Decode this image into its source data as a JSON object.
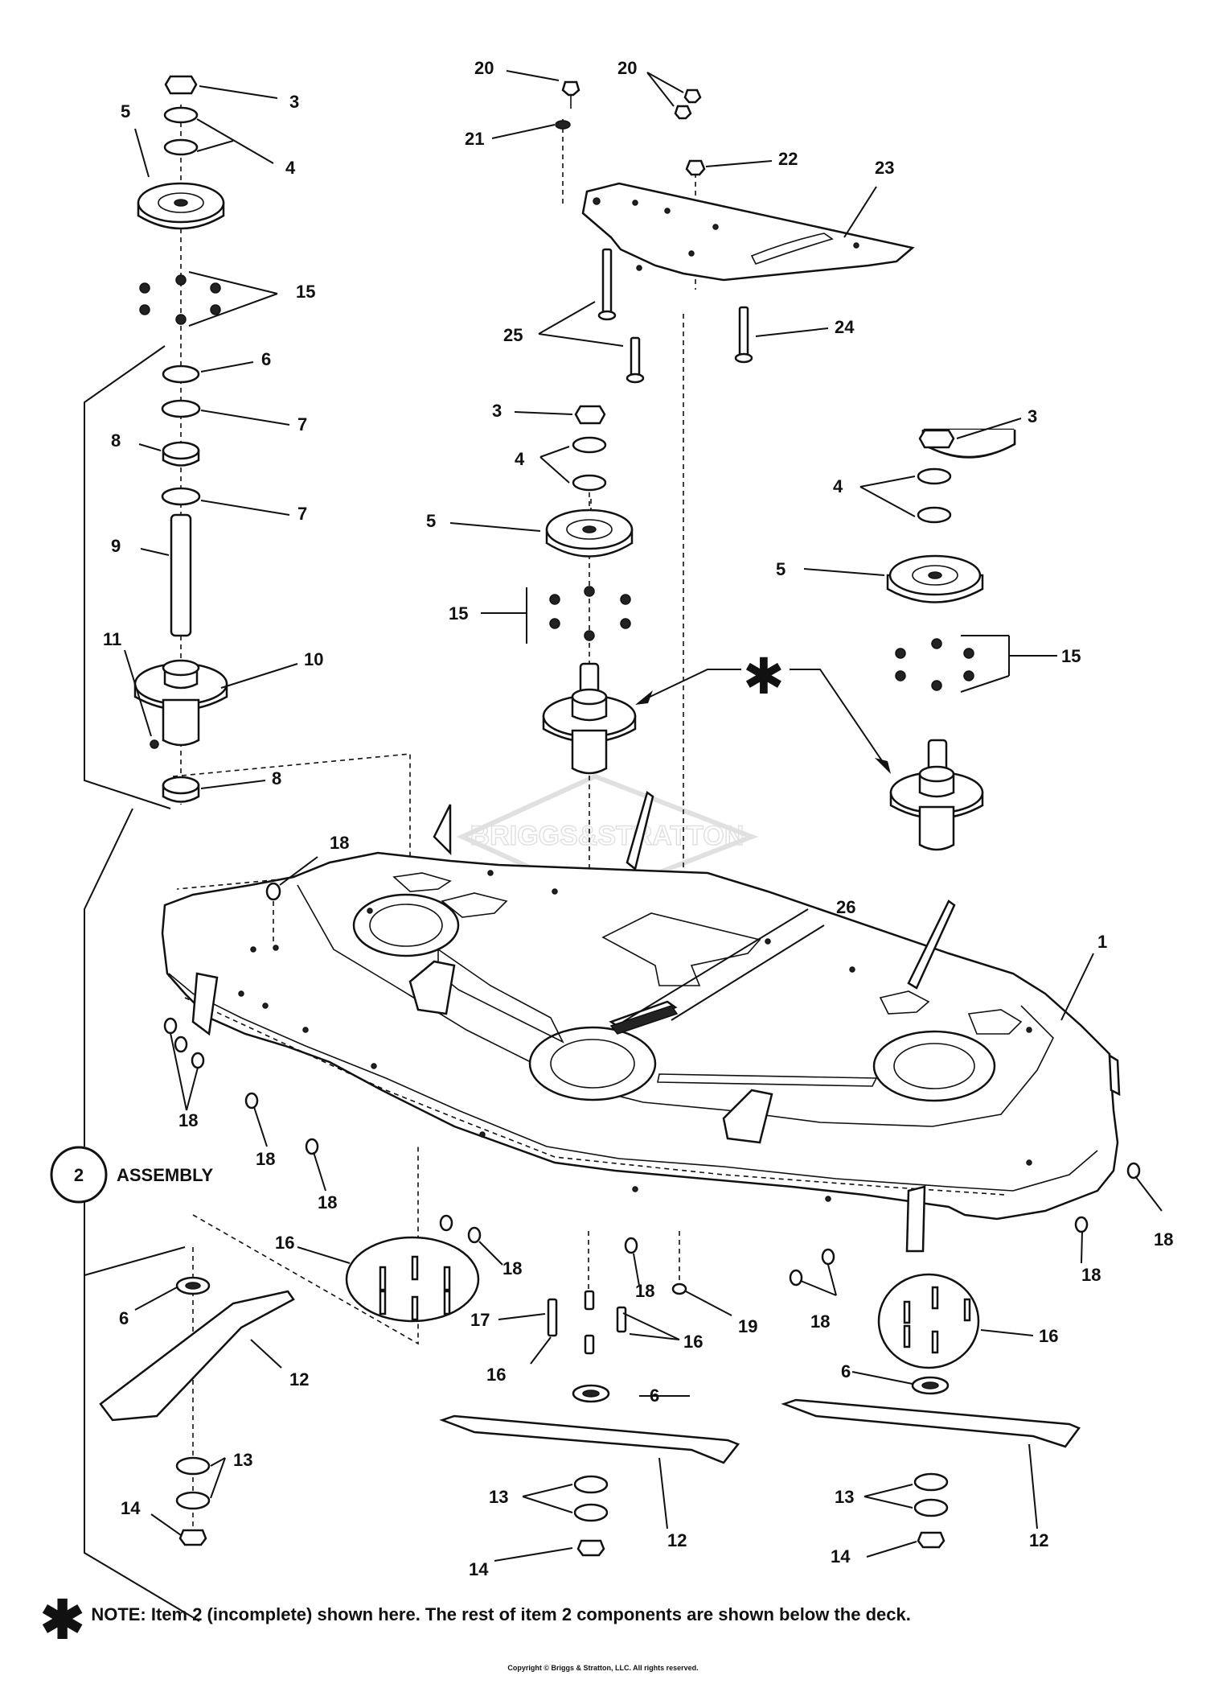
{
  "labels": [
    {
      "id": "l1",
      "text": "3"
    },
    {
      "id": "l2",
      "text": "4"
    },
    {
      "id": "l3",
      "text": "5"
    },
    {
      "id": "l4",
      "text": "15"
    },
    {
      "id": "l5",
      "text": "6"
    },
    {
      "id": "l6",
      "text": "7"
    },
    {
      "id": "l7",
      "text": "8"
    },
    {
      "id": "l8",
      "text": "7"
    },
    {
      "id": "l9",
      "text": "9"
    },
    {
      "id": "l10",
      "text": "11"
    },
    {
      "id": "l11",
      "text": "10"
    },
    {
      "id": "l12",
      "text": "8"
    },
    {
      "id": "l13",
      "text": "20"
    },
    {
      "id": "l14",
      "text": "20"
    },
    {
      "id": "l15",
      "text": "21"
    },
    {
      "id": "l16",
      "text": "22"
    },
    {
      "id": "l17",
      "text": "23"
    },
    {
      "id": "l18",
      "text": "25"
    },
    {
      "id": "l19",
      "text": "24"
    },
    {
      "id": "l20",
      "text": "3"
    },
    {
      "id": "l21",
      "text": "4"
    },
    {
      "id": "l22",
      "text": "5"
    },
    {
      "id": "l23",
      "text": "15"
    },
    {
      "id": "l24",
      "text": "3"
    },
    {
      "id": "l25",
      "text": "4"
    },
    {
      "id": "l26",
      "text": "5"
    },
    {
      "id": "l27",
      "text": "15"
    },
    {
      "id": "l28",
      "text": "18"
    },
    {
      "id": "l29",
      "text": "26"
    },
    {
      "id": "l30",
      "text": "1"
    },
    {
      "id": "l31",
      "text": "18"
    },
    {
      "id": "l32",
      "text": "18"
    },
    {
      "id": "l33",
      "text": "18"
    },
    {
      "id": "l34",
      "text": "16"
    },
    {
      "id": "l35",
      "text": "18"
    },
    {
      "id": "l36",
      "text": "18"
    },
    {
      "id": "l37",
      "text": "19"
    },
    {
      "id": "l38",
      "text": "18"
    },
    {
      "id": "l39",
      "text": "18"
    },
    {
      "id": "l40",
      "text": "18"
    },
    {
      "id": "l41",
      "text": "16"
    },
    {
      "id": "l42",
      "text": "17"
    },
    {
      "id": "l43",
      "text": "16"
    },
    {
      "id": "l44",
      "text": "16"
    },
    {
      "id": "l45",
      "text": "6"
    },
    {
      "id": "l46",
      "text": "6"
    },
    {
      "id": "l47",
      "text": "6"
    },
    {
      "id": "l48",
      "text": "12"
    },
    {
      "id": "l49",
      "text": "13"
    },
    {
      "id": "l50",
      "text": "14"
    },
    {
      "id": "l51",
      "text": "13"
    },
    {
      "id": "l52",
      "text": "12"
    },
    {
      "id": "l53",
      "text": "14"
    },
    {
      "id": "l54",
      "text": "13"
    },
    {
      "id": "l55",
      "text": "12"
    },
    {
      "id": "l56",
      "text": "14"
    }
  ],
  "assembly": {
    "number": "2",
    "label": "ASSEMBLY"
  },
  "watermark": "BRIGGS&STRATTON",
  "note": {
    "symbol": "✱",
    "text": "NOTE: Item 2 (incomplete) shown here.  The rest of item 2 components are shown below the deck."
  },
  "copyright": "Copyright © Briggs & Stratton, LLC. All rights reserved."
}
